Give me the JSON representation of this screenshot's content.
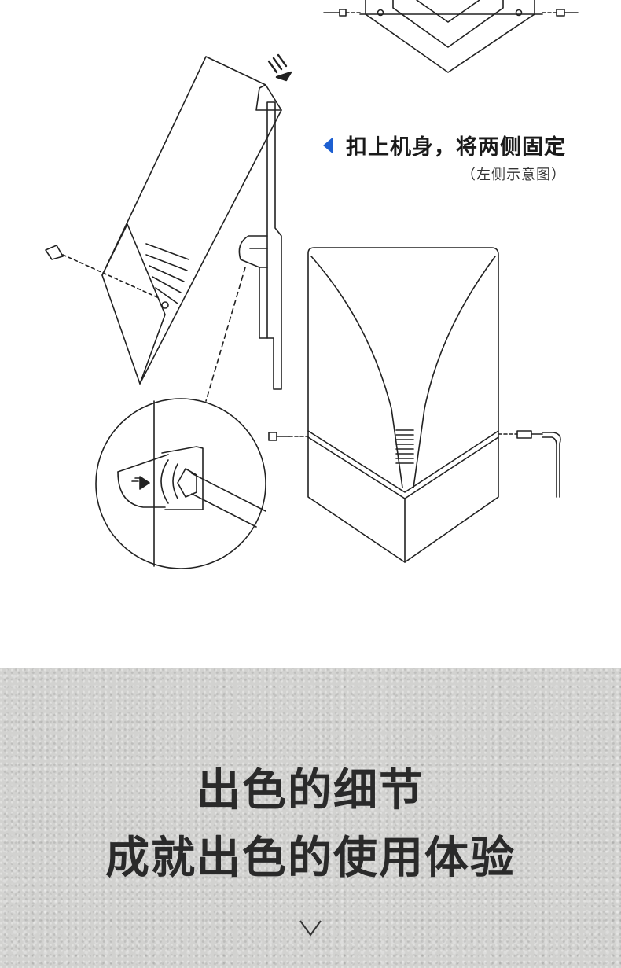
{
  "install_step": {
    "title": "扣上机身，将两侧固定",
    "note": "（左侧示意图）",
    "accent_color": "#1c5fd1"
  },
  "detail_banner": {
    "headline_line1": "出色的细节",
    "headline_line2": "成就出色的使用体验",
    "scroll_icon": "chevron-down-icon"
  }
}
